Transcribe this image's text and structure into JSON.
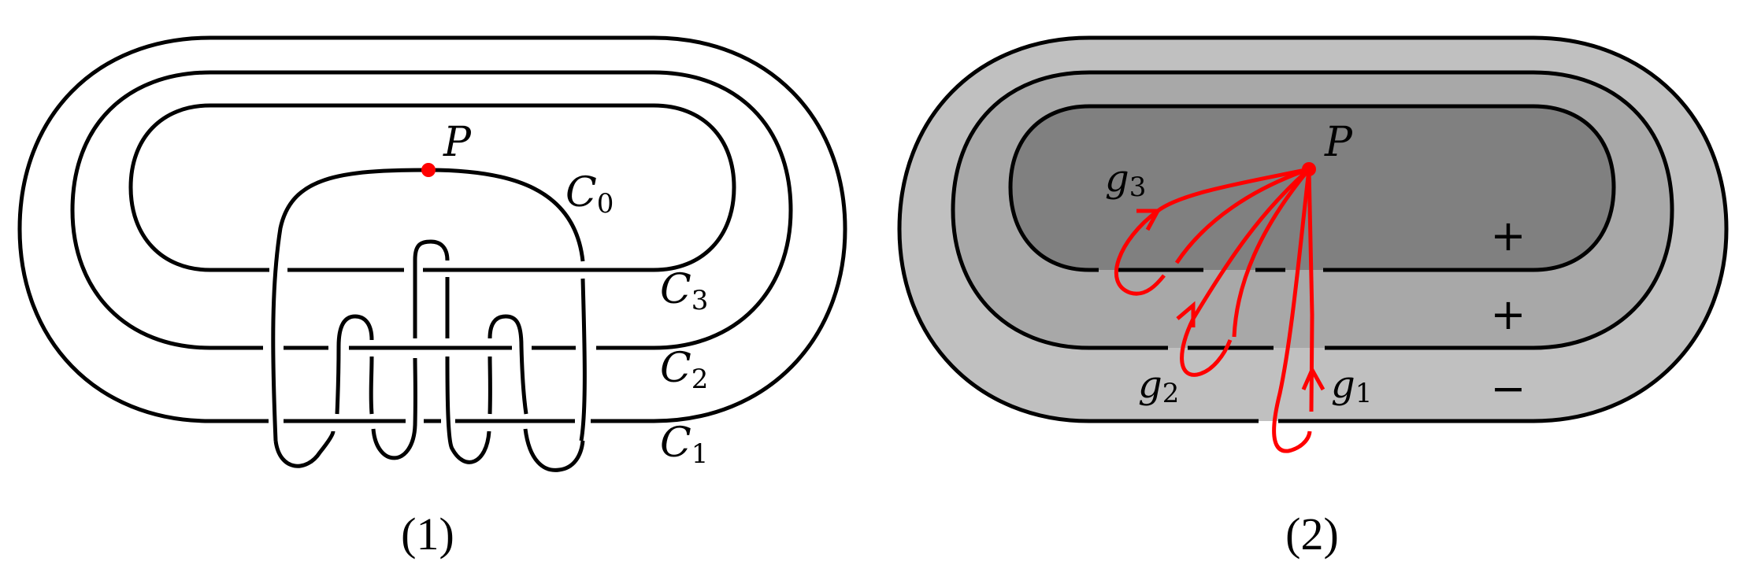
{
  "figure": {
    "panels": [
      {
        "id": "1",
        "caption": "(1)",
        "description": "Link diagram: nested stadium curves C1, C2, C3 with knotted curve C0 passing through base point P",
        "point_label": "P",
        "point_color": "#ff0000",
        "curve_labels": {
          "c0": {
            "main": "C",
            "sub": "0"
          },
          "c3": {
            "main": "C",
            "sub": "3"
          },
          "c2": {
            "main": "C",
            "sub": "2"
          },
          "c1": {
            "main": "C",
            "sub": "1"
          }
        }
      },
      {
        "id": "2",
        "caption": "(2)",
        "description": "Shaded nested regions with generator loops g1, g2, g3 based at P",
        "point_label": "P",
        "point_color": "#ff0000",
        "loop_labels": {
          "g3": {
            "main": "g",
            "sub": "3"
          },
          "g2": {
            "main": "g",
            "sub": "2"
          },
          "g1": {
            "main": "g",
            "sub": "1"
          }
        },
        "region_signs": [
          "+",
          "+",
          "−"
        ],
        "region_colors": {
          "outer": "#c0c0c0",
          "middle": "#a8a8a8",
          "inner": "#808080"
        },
        "loop_color": "#ff0000"
      }
    ]
  }
}
